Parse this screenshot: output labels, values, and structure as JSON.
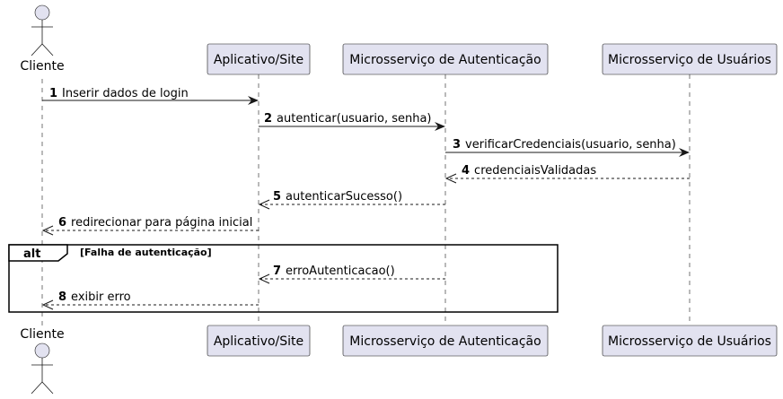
{
  "participants": [
    {
      "id": "cliente",
      "label": "Cliente",
      "kind": "actor"
    },
    {
      "id": "app",
      "label": "Aplicativo/Site",
      "kind": "participant"
    },
    {
      "id": "auth",
      "label": "Microsserviço de Autenticação",
      "kind": "participant"
    },
    {
      "id": "users",
      "label": "Microsserviço de Usuários",
      "kind": "participant"
    }
  ],
  "messages": [
    {
      "num": "1",
      "label": "Inserir dados de login",
      "from": "cliente",
      "to": "app",
      "style": "solid"
    },
    {
      "num": "2",
      "label": "autenticar(usuario, senha)",
      "from": "app",
      "to": "auth",
      "style": "solid"
    },
    {
      "num": "3",
      "label": "verificarCredenciais(usuario, senha)",
      "from": "auth",
      "to": "users",
      "style": "solid"
    },
    {
      "num": "4",
      "label": "credenciaisValidadas",
      "from": "users",
      "to": "auth",
      "style": "dashed"
    },
    {
      "num": "5",
      "label": "autenticarSucesso()",
      "from": "auth",
      "to": "app",
      "style": "dashed"
    },
    {
      "num": "6",
      "label": "redirecionar para página inicial",
      "from": "app",
      "to": "cliente",
      "style": "dashed"
    },
    {
      "num": "7",
      "label": "erroAutenticacao()",
      "from": "auth",
      "to": "app",
      "style": "dashed"
    },
    {
      "num": "8",
      "label": "exibir erro",
      "from": "app",
      "to": "cliente",
      "style": "dashed"
    }
  ],
  "alt_fragment": {
    "keyword": "alt",
    "guard": "[Falha de autenticação]"
  },
  "colors": {
    "participant_fill": "#E2E2F0",
    "line": "#181818"
  }
}
